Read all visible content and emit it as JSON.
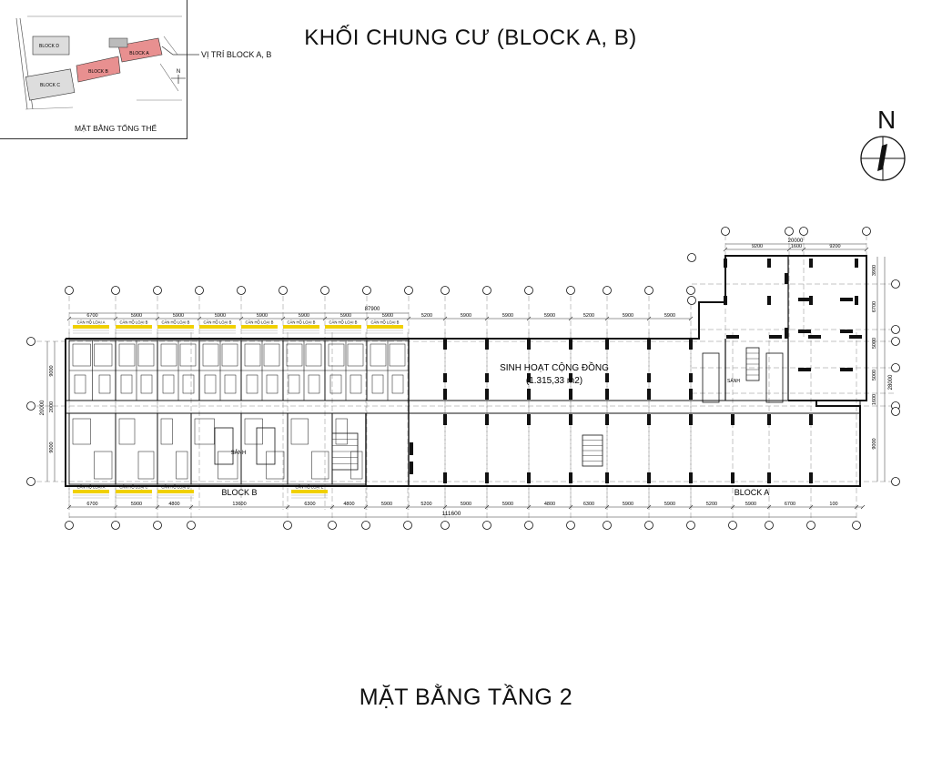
{
  "title": "KHỐI CHUNG CƯ (BLOCK A, B)",
  "bottom_title": "MẶT BẰNG TẦNG 2",
  "key_plan": {
    "caption": "MẶT BẰNG TỔNG THỂ",
    "callout": "VỊ TRÍ BLOCK A, B",
    "blocks": [
      "BLOCK D",
      "BLOCK C",
      "BLOCK B",
      "BLOCK A"
    ],
    "north": "N",
    "highlight_color": "#e89090"
  },
  "north_arrow": "N",
  "plan": {
    "community_label": "SINH HOẠT CỘNG ĐỒNG",
    "community_area": "(1.315,33 m2)",
    "block_b_label": "BLOCK B",
    "block_a_label": "BLOCK A",
    "lobby_label": "SẢNH",
    "top_dims": [
      "6700",
      "5900",
      "5900",
      "5900",
      "5900",
      "5900",
      "5900",
      "5900",
      "5200",
      "5900",
      "5900",
      "5900",
      "5200",
      "5900",
      "5900"
    ],
    "top_overall": "87900",
    "bottom_dims": [
      "6700",
      "5900",
      "4800",
      "13600",
      "6300",
      "4800",
      "5900",
      "5200",
      "5900",
      "5900",
      "4800",
      "6300",
      "5900",
      "5900",
      "5200",
      "5900",
      "6700",
      "100"
    ],
    "bottom_overall": "111600",
    "wing_top_dims": [
      "9200",
      "1600",
      "9200"
    ],
    "wing_top_overall": "20000",
    "left_dims": [
      "9000",
      "2000",
      "9000"
    ],
    "left_overall": "20000",
    "right_dims": [
      "3900",
      "6700",
      "5000",
      "5000",
      "1600",
      "9000"
    ],
    "right_overall": "28000",
    "unit_labels_top": [
      "CĂN HỘ LOẠI A",
      "CĂN HỘ LOẠI B",
      "CĂN HỘ LOẠI B",
      "CĂN HỘ LOẠI B",
      "CĂN HỘ LOẠI B",
      "CĂN HỘ LOẠI B",
      "CĂN HỘ LOẠI B",
      "CĂN HỘ LOẠI B"
    ],
    "unit_labels_bottom": [
      "CĂN HỘ LOẠI A",
      "CĂN HỘ LOẠI C",
      "CĂN HỘ LOẠI D",
      "CĂN HỘ LOẠI E"
    ],
    "line_color": "#111111",
    "tag_color": "#f0d000"
  }
}
